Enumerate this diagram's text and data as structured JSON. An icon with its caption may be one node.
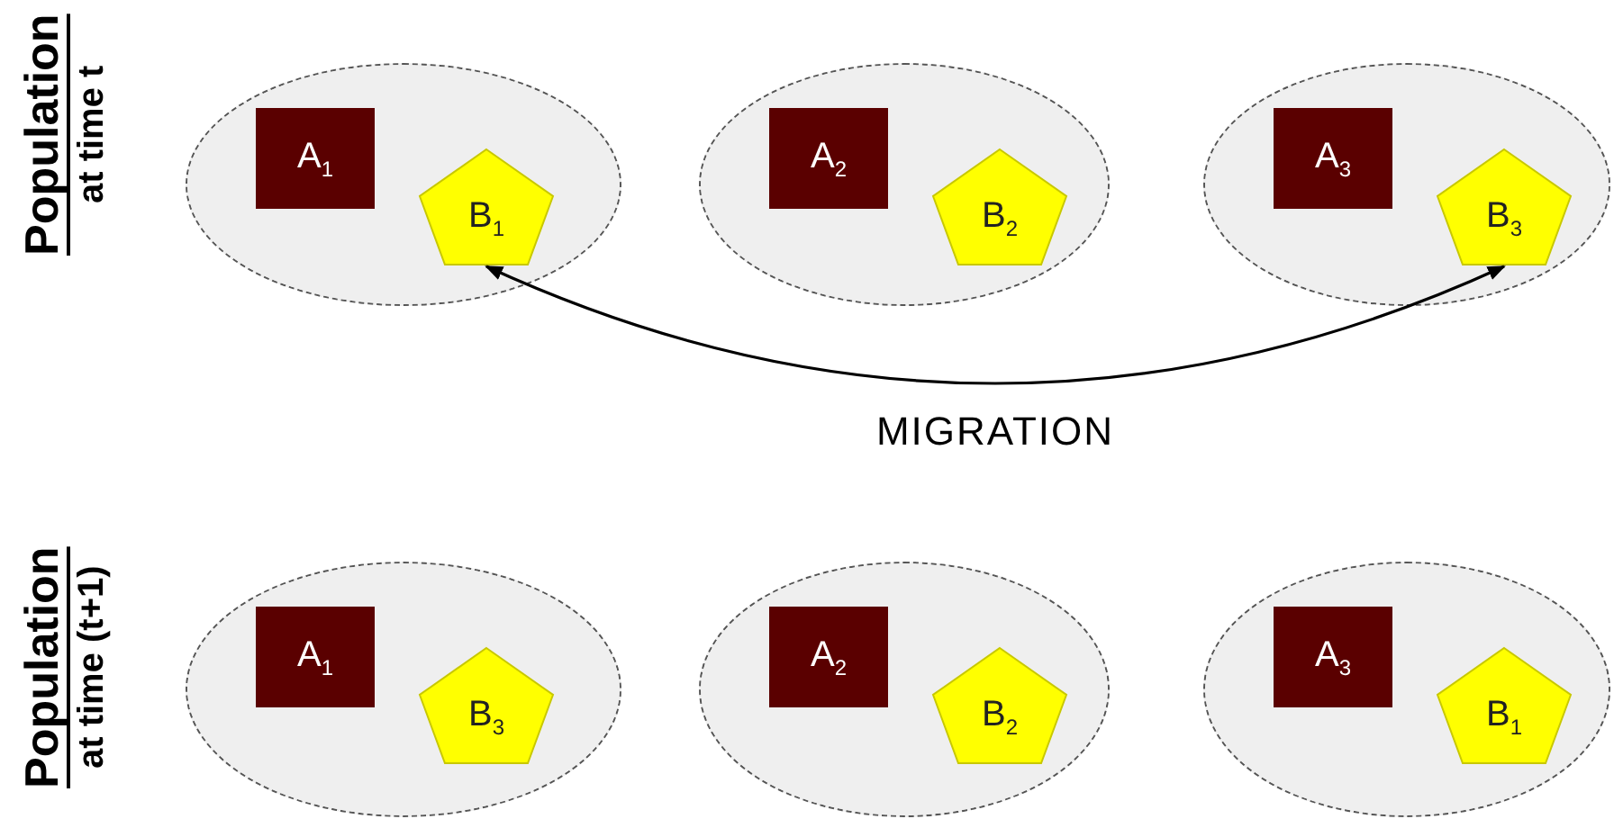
{
  "diagram": {
    "nodes": [
      {
        "text": [],
        "shape": "ellipse"
      },
      {
        "text": [
          "A$_{1}$"
        ],
        "in": 0
      },
      {
        "text": [
          "B$_{1}$"
        ],
        "in": 0
      },
      {
        "text": [],
        "shape": "ellipse"
      },
      {
        "text": [
          "A$_{2}$"
        ],
        "in": 3
      },
      {
        "text": [
          "B$_{2}$"
        ],
        "in": 3
      },
      {
        "text": [],
        "shape": "ellipse"
      },
      {
        "text": [
          "A$_{3}$"
        ],
        "in": 6
      },
      {
        "text": [
          "B$_{3}$"
        ],
        "in": 6
      },
      {
        "text": [],
        "shape": "ellipse"
      },
      {
        "text": [
          "A$_{1}$"
        ],
        "in": 9
      },
      {
        "text": [
          "B$_{3}$"
        ],
        "in": 9
      },
      {
        "text": [],
        "shape": "ellipse"
      },
      {
        "text": [
          "A$_{2}$"
        ],
        "in": 12
      },
      {
        "text": [
          "B$_{2}$"
        ],
        "in": 12
      },
      {
        "text": [],
        "shape": "ellipse"
      },
      {
        "text": [
          "A$_{3}$"
        ],
        "in": 15
      },
      {
        "text": [
          "B$_{1}$"
        ],
        "in": 15
      }
    ],
    "edges": [
      {
        "from": 2,
        "to": 8,
        "arrow": "both",
        "label": "MIGRATION"
      }
    ],
    "labels": [
      "Population",
      "at time t",
      "Population",
      "at time (t+1)"
    ]
  }
}
